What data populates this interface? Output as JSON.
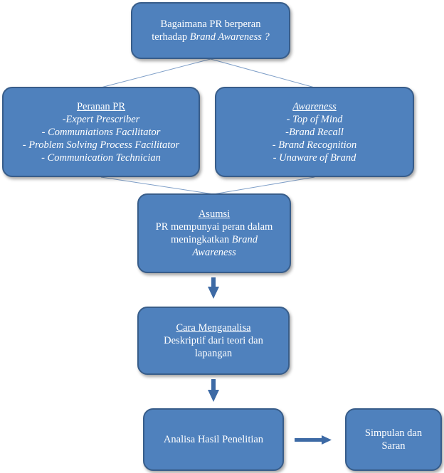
{
  "question": {
    "line1": "Bagaimana PR berperan",
    "line2_prefix": "terhadap ",
    "line2_italic": "Brand Awareness ?"
  },
  "peranan": {
    "heading": "Peranan PR",
    "items": [
      "-Expert Prescriber",
      "- Communiations Facilitator",
      "- Problem Solving Process Facilitator",
      "- Communication Technician"
    ]
  },
  "awareness": {
    "heading": "Awareness",
    "items": [
      "- Top of Mind",
      "-Brand Recall",
      "- Brand Recognition",
      "- Unaware of Brand"
    ]
  },
  "asumsi": {
    "heading": "Asumsi",
    "line1": "PR mempunyai peran dalam",
    "line2_prefix": "meningkatkan ",
    "line2_italic": "Brand",
    "line3_italic": "Awareness"
  },
  "cara": {
    "heading": "Cara Menganalisa",
    "line1": "Deskriptif dari teori dan",
    "line2": "lapangan"
  },
  "analisa": {
    "label": "Analisa Hasil Penelitian"
  },
  "simpulan": {
    "line1": "Simpulan dan",
    "line2": "Saran"
  },
  "colors": {
    "box_fill": "#4f81bd",
    "box_border": "#385d8a",
    "text": "#ffffff",
    "arrow": "#3d6aa5",
    "connector": "#7f9fc8"
  }
}
